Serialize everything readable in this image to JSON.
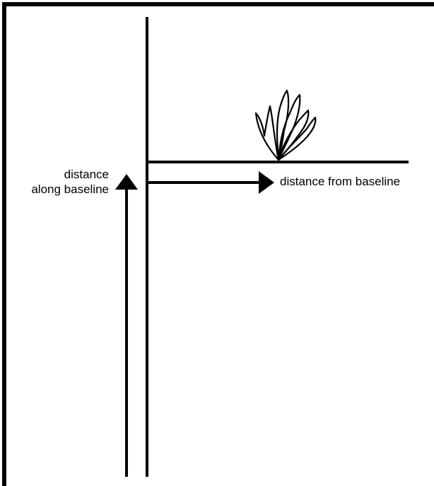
{
  "labels": {
    "along_line1": "distance",
    "along_line2": "along baseline",
    "from": "distance from baseline"
  },
  "colors": {
    "stroke": "#000000",
    "background": "#ffffff"
  },
  "icons": {
    "plant": "plant-icon"
  }
}
